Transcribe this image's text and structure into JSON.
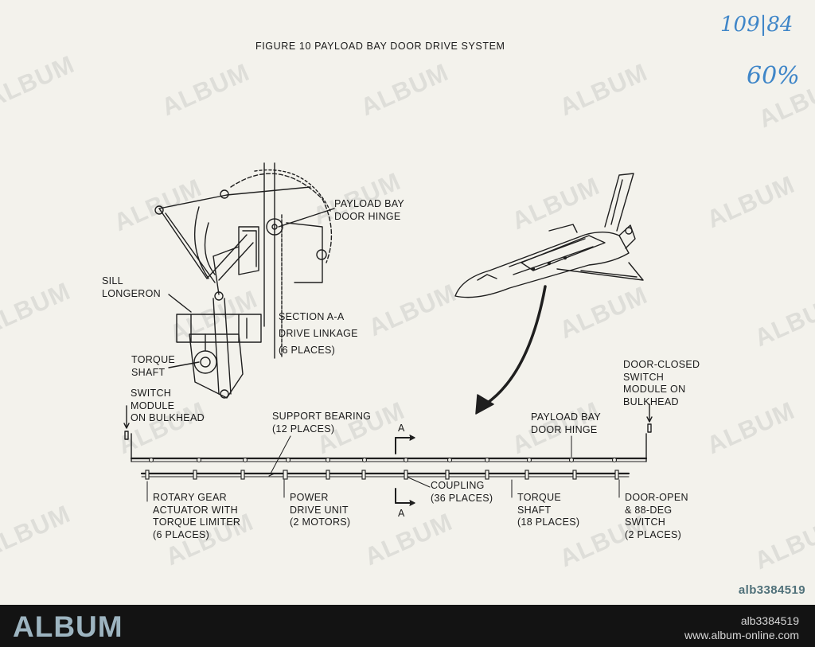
{
  "figure": {
    "title": "FIGURE 10 PAYLOAD BAY DOOR DRIVE SYSTEM",
    "handwritten_date": "109|84",
    "handwritten_scale": "60%"
  },
  "section_view": {
    "payload_bay_door_hinge": "PAYLOAD BAY\nDOOR HINGE",
    "sill_longeron": "SILL\nLONGERON",
    "torque_shaft": "TORQUE\nSHAFT",
    "section_caption": "SECTION A-A\nDRIVE LINKAGE\n(6 PLACES)"
  },
  "drive_line": {
    "switch_module_left": "SWITCH\nMODULE\nON BULKHEAD",
    "support_bearing": "SUPPORT BEARING\n(12 PLACES)",
    "payload_bay_door_hinge": "PAYLOAD BAY\nDOOR HINGE",
    "door_closed_switch": "DOOR-CLOSED\nSWITCH\nMODULE ON\nBULKHEAD",
    "section_marker_top": "A",
    "section_marker_bottom": "A",
    "rotary_gear_actuator": "ROTARY GEAR\nACTUATOR WITH\nTORQUE LIMITER\n(6 PLACES)",
    "power_drive_unit": "POWER\nDRIVE UNIT\n(2 MOTORS)",
    "coupling": "COUPLING\n(36 PLACES)",
    "torque_shaft": "TORQUE\nSHAFT\n(18 PLACES)",
    "door_open_switch": "DOOR-OPEN\n& 88-DEG\nSWITCH\n(2 PLACES)"
  },
  "watermark": {
    "text": "ALBUM",
    "stock_id": "alb3384519"
  },
  "footer": {
    "brand": "ALBUM",
    "image_id": "alb3384519",
    "url": "www.album-online.com"
  },
  "colors": {
    "paper": "#f3f2ec",
    "ink": "#1a1a1a",
    "handwriting": "#3f86c8",
    "footer": "#131313",
    "footer_brand": "#9db4c0"
  }
}
